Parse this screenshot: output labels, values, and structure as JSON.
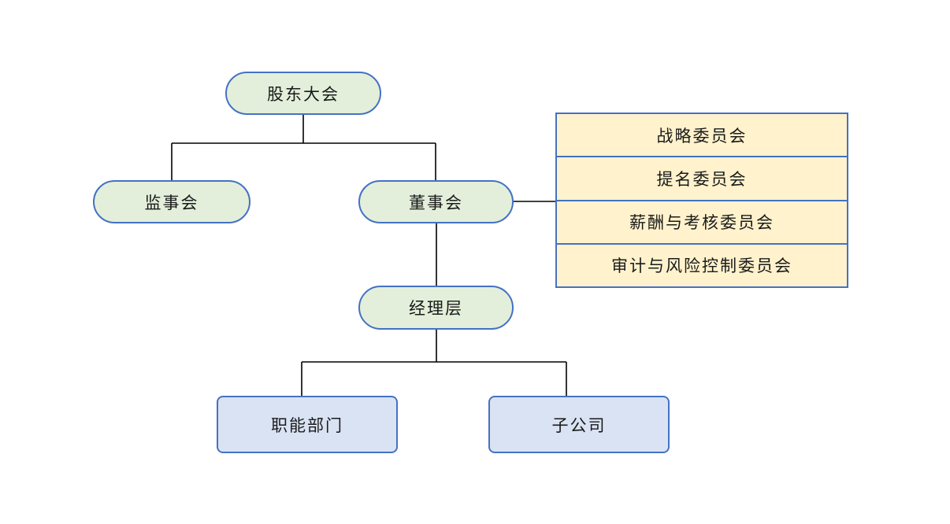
{
  "diagram": {
    "title": "corporate-governance-org-chart",
    "nodes": {
      "shareholders_meeting": {
        "label": "股东大会"
      },
      "supervisory_board": {
        "label": "监事会"
      },
      "board_of_directors": {
        "label": "董事会"
      },
      "management_layer": {
        "label": "经理层"
      },
      "functional_departments": {
        "label": "职能部门"
      },
      "subsidiaries": {
        "label": "子公司"
      }
    },
    "committees": {
      "rows": [
        {
          "label": "战略委员会"
        },
        {
          "label": "提名委员会"
        },
        {
          "label": "薪酬与考核委员会"
        },
        {
          "label": "审计与风险控制委员会"
        }
      ]
    },
    "colors": {
      "pill_fill": "#e3efda",
      "rect_fill": "#dae3f3",
      "committee_fill": "#fff2cc",
      "shape_border": "#4472c4",
      "connector_line": "#000000",
      "text": "#1a1a1a"
    }
  }
}
